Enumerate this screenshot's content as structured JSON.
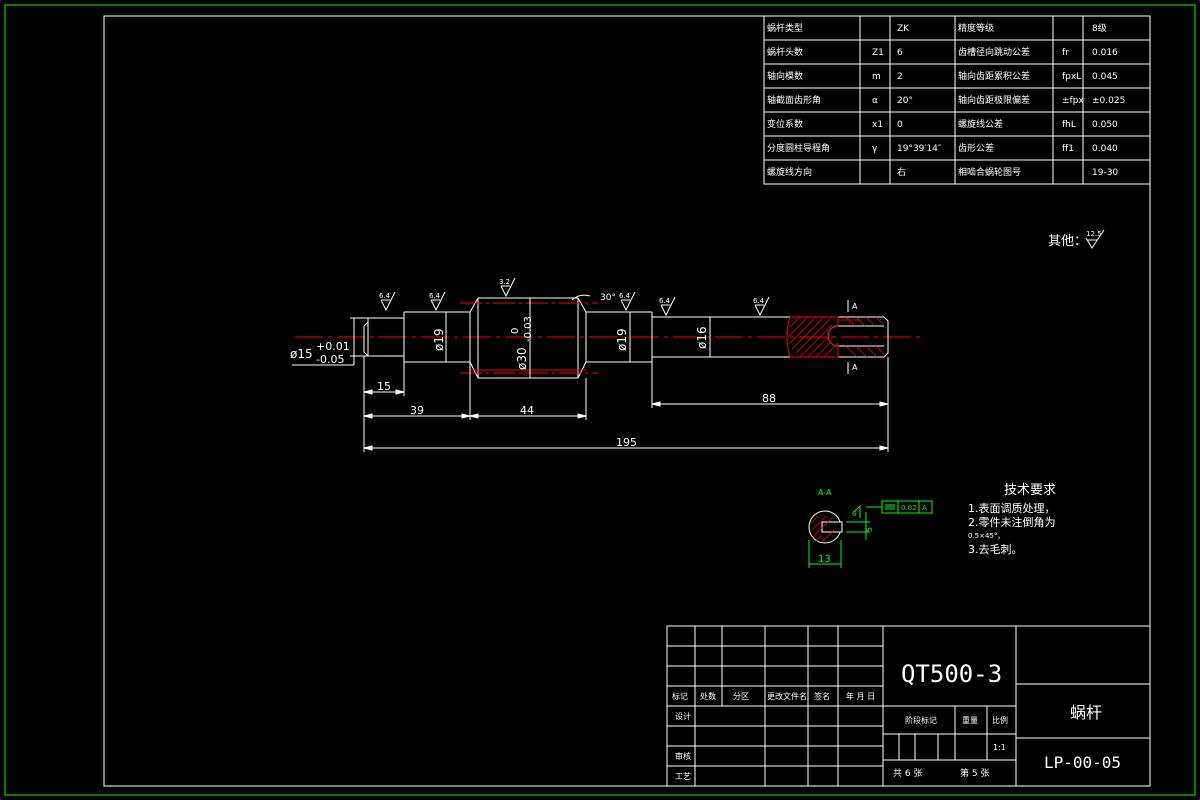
{
  "colors": {
    "outline": "#ffffff",
    "frame": "#00ff00",
    "centerline": "#ff0000",
    "section_hatch": "#ff0000",
    "background": "#000000"
  },
  "params_table": {
    "rows": [
      {
        "name": "蜗杆类型",
        "sym": "",
        "value": "ZK",
        "name2": "精度等级",
        "sym2": "",
        "value2": "8级"
      },
      {
        "name": "蜗杆头数",
        "sym": "Z1",
        "value": "6",
        "name2": "齿槽径向跳动公差",
        "sym2": "fr",
        "value2": "0.016"
      },
      {
        "name": "轴向模数",
        "sym": "m",
        "value": "2",
        "name2": "轴向齿距累积公差",
        "sym2": "fpxL",
        "value2": "0.045"
      },
      {
        "name": "轴截面齿形角",
        "sym": "α",
        "value": "20°",
        "name2": "轴向齿距极限偏差",
        "sym2": "±fpx",
        "value2": "±0.025"
      },
      {
        "name": "变位系数",
        "sym": "x1",
        "value": "0",
        "name2": "螺旋线公差",
        "sym2": "fhL",
        "value2": "0.050"
      },
      {
        "name": "分度圆柱导程角",
        "sym": "γ",
        "value": "19°39′14″",
        "name2": "齿形公差",
        "sym2": "ff1",
        "value2": "0.040"
      },
      {
        "name": "螺旋线方向",
        "sym": "",
        "value": "右",
        "name2": "相啮合蜗轮图号",
        "sym2": "",
        "value2": "19-30"
      }
    ]
  },
  "other_roughness": {
    "label": "其他：",
    "value": "12.5"
  },
  "part_view": {
    "dims": {
      "d15": "ø15",
      "d15_upper": "+0.01",
      "d15_lower": "-0.05",
      "d19_left": "ø19",
      "d30": "ø30",
      "d30_upper": "0",
      "d30_lower": "-0.03",
      "d19_right": "ø19",
      "d16": "ø16",
      "len_15": "15",
      "len_39": "39",
      "len_44": "44",
      "len_88": "88",
      "len_195": "195",
      "chamfer_angle": "30°"
    },
    "roughness": [
      "6.4",
      "6.4",
      "3.2",
      "6.4",
      "6.4",
      "6.4"
    ],
    "section_mark": "A"
  },
  "section_view": {
    "title": "A-A",
    "dim_13": "13",
    "dim_6": "6",
    "dim_5": "5",
    "tolerance": "0.02",
    "datum": "A"
  },
  "tech_requirements": {
    "title": "技术要求",
    "items": [
      "1.表面调质处理，",
      "2.零件未注倒角为",
      "0.5×45°，",
      "3.去毛刺。"
    ]
  },
  "title_block": {
    "material": "QT500-3",
    "part_name": "蜗杆",
    "drawing_no": "LP-00-05",
    "scale": "1:1",
    "rev_headers": [
      "标记",
      "处数",
      "分区",
      "更改文件名",
      "签名",
      "年 月 日"
    ],
    "design_label": "设计",
    "review_label": "审核",
    "process_label": "工艺",
    "stage_label": "阶段标记",
    "weight_label": "重量",
    "scale_label": "比例",
    "sheets_total": "共 6 张",
    "sheet_no": "第 5 张"
  }
}
